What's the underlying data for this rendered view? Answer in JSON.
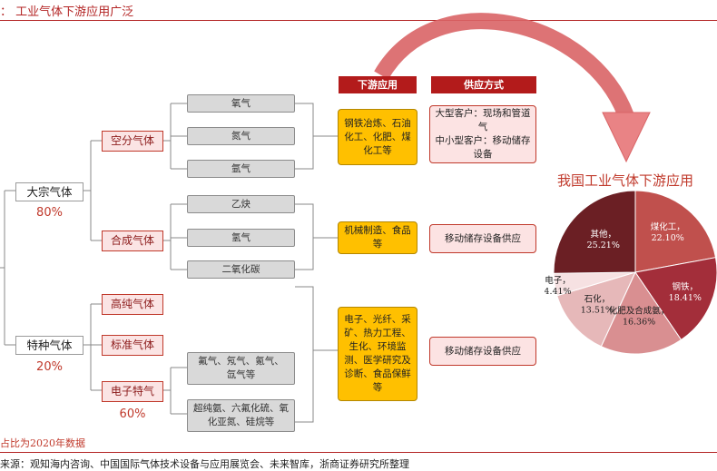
{
  "title": "：  工业气体下游应用广泛",
  "headers": {
    "application": "下游应用",
    "supply": "供应方式"
  },
  "categories": [
    {
      "label": "大宗气体",
      "pct": "80%"
    },
    {
      "label": "特种气体",
      "pct": "20%"
    }
  ],
  "subcategories": {
    "air_separation": "空分气体",
    "synthetic": "合成气体",
    "high_purity": "高纯气体",
    "standard": "标准气体",
    "electronic": "电子特气",
    "electronic_pct": "60%"
  },
  "gases": {
    "g1": "氧气",
    "g2": "氮气",
    "g3": "氩气",
    "g4": "乙炔",
    "g5": "氢气",
    "g6": "二氧化碳",
    "g7": "氟气、氖气、氪气、氙气等",
    "g8": "超纯氨、六氟化硫、氧化亚氮、硅烷等"
  },
  "applications": {
    "a1": "钢铁冶炼、石油化工、化肥、煤化工等",
    "a2": "机械制造、食品等",
    "a3": "电子、光纤、采矿、热力工程、生化、环境监测、医学研究及诊断、食品保鲜等"
  },
  "supply": {
    "s1": "大型客户：现场和管道气\n中小型客户：移动储存设备",
    "s2": "移动储存设备供应",
    "s3": "移动储存设备供应"
  },
  "note": "占比为2020年数据",
  "source": "来源：观知海内咨询、中国国际气体技术设备与应用展览会、未来智库，浙商证券研究所整理",
  "chart_data": {
    "type": "pie",
    "title": "我国工业气体下游应用",
    "slices": [
      {
        "label": "煤化工",
        "value": 22.1,
        "display": "22.10%",
        "color": "#c0504d"
      },
      {
        "label": "钢铁",
        "value": 18.41,
        "display": "18.41%",
        "color": "#a32e3a"
      },
      {
        "label": "化肥及合成氨",
        "value": 16.36,
        "display": "16.36%",
        "color": "#d98f91"
      },
      {
        "label": "石化",
        "value": 13.51,
        "display": "13.51%",
        "color": "#e6b8b9"
      },
      {
        "label": "电子",
        "value": 4.41,
        "display": "4.41%",
        "color": "#f6e1e2"
      },
      {
        "label": "其他",
        "value": 25.21,
        "display": "25.21%",
        "color": "#6b1f24"
      }
    ]
  }
}
